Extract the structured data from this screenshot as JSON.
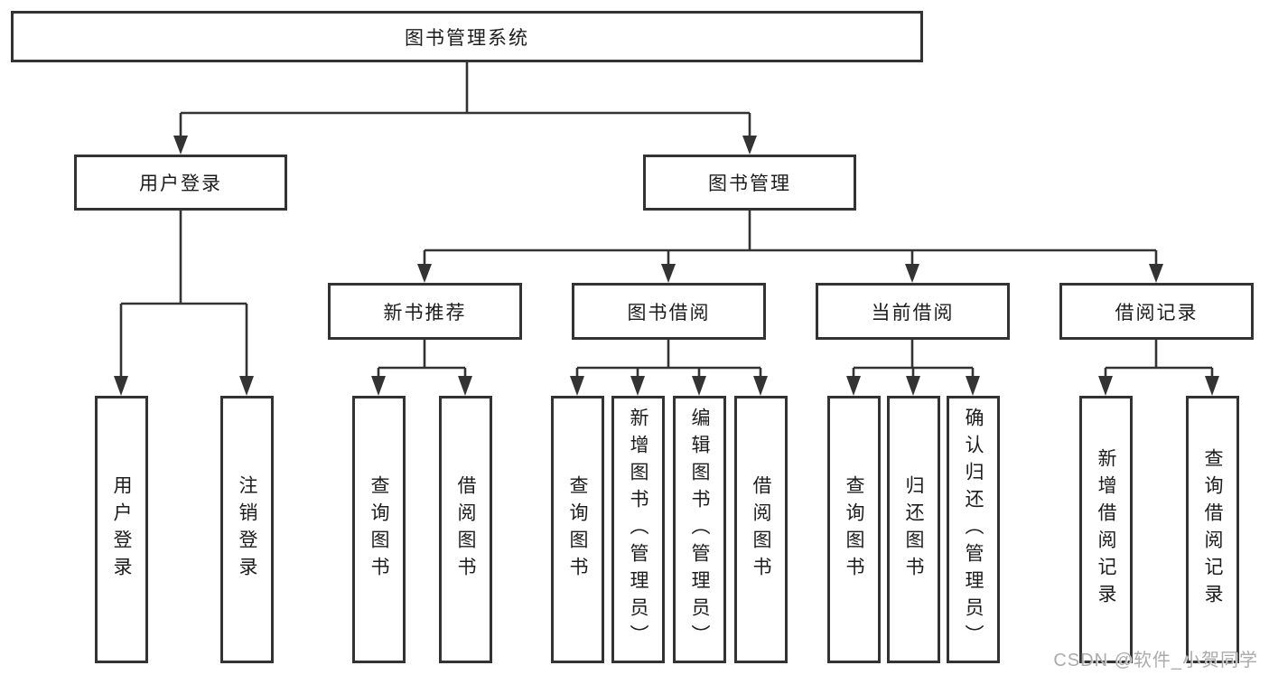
{
  "colors": {
    "line": "#333333",
    "box_border": "#333333",
    "text": "#1c1c1c",
    "background": "#ffffff",
    "watermark_text": "#ababab"
  },
  "tree": {
    "root": {
      "label": "图书管理系统"
    },
    "branches": [
      {
        "label": "用户登录",
        "leaves": [
          "用户登录",
          "注销登录"
        ]
      },
      {
        "label": "图书管理",
        "children": [
          {
            "label": "新书推荐",
            "leaves": [
              "查询图书",
              "借阅图书"
            ]
          },
          {
            "label": "图书借阅",
            "leaves": [
              "查询图书",
              "新增图书（管理员）",
              "编辑图书（管理员）",
              "借阅图书"
            ]
          },
          {
            "label": "当前借阅",
            "leaves": [
              "查询图书",
              "归还图书",
              "确认归还（管理员）"
            ]
          },
          {
            "label": "借阅记录",
            "leaves": [
              "新增借阅记录",
              "查询借阅记录"
            ]
          }
        ]
      }
    ]
  },
  "watermark": {
    "text": "CSDN @软件_小贺同学"
  }
}
